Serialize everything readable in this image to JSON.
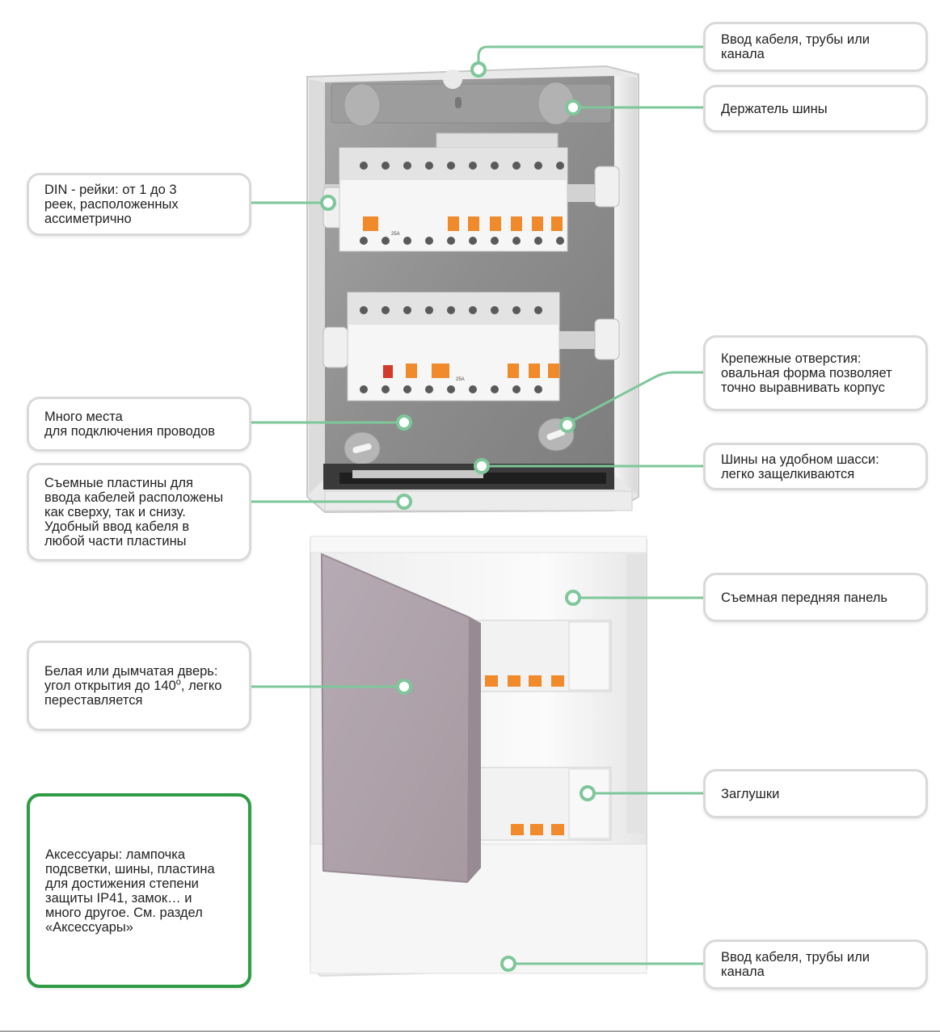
{
  "callouts": {
    "cable_entry_top": "Ввод кабеля, трубы или\nканала",
    "bus_holder": "Держатель шины",
    "din_rails": "DIN - рейки: от 1 до 3\nреек, расположенных\nассиметрично",
    "mounting_holes": "Крепежные отверстия:\nовальная форма позволяет\nточно выравнивать корпус",
    "wiring_space": "Много места\nдля подключения проводов",
    "bus_chassis": "Шины на удобном шасси:\nлегко защелкиваются",
    "removable_plates": "Съемные пластины для\nввода кабелей расположены\nкак сверху, так и снизу.\nУдобный ввод кабеля в\nлюбой части пластины",
    "front_panel": "Съемная передняя панель",
    "door_pre": "Белая или дымчатая дверь:\nугол открытия до 140",
    "door_sup": "o",
    "door_post": ", легко\nпереставляется",
    "blanking_plugs": "Заглушки",
    "accessories": "Аксессуары: лампочка\nподсветки, шины, пластина\nдля достижения степени\nзащиты IP41, замок… и\nмного другое. См. раздел\n«Аксессуары»",
    "cable_entry_bottom": "Ввод кабеля, трубы или\nканала"
  },
  "breakers": {
    "rating": "25A"
  },
  "colors": {
    "leader": "#7ec79a",
    "accent_border": "#2e9b45",
    "box_border": "#d9d9d9",
    "breaker_toggle": "#f08a2a",
    "enclosure_inner": "#8f8f8f"
  }
}
